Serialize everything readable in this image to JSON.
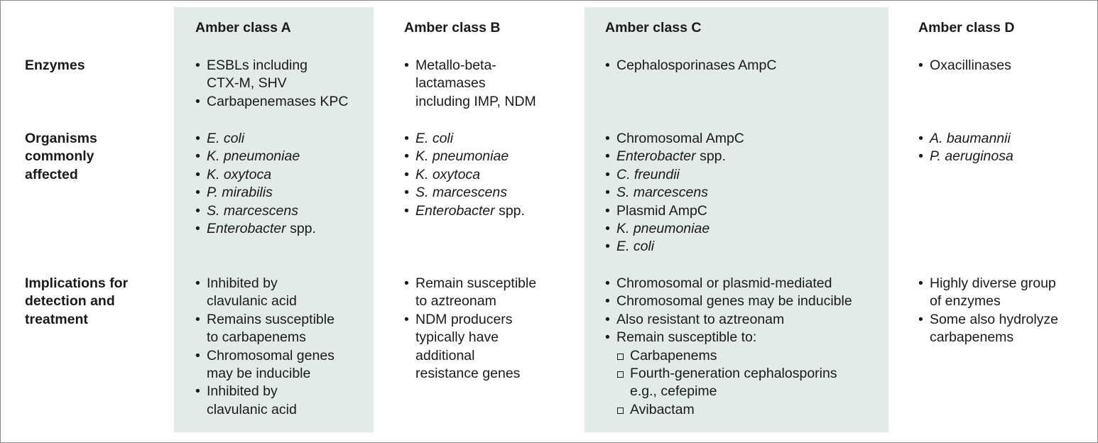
{
  "columns": {
    "a": "Amber class A",
    "b": "Amber class B",
    "c": "Amber class C",
    "d": "Amber class D"
  },
  "rows": {
    "enzymes": "Enzymes",
    "organisms": "Organisms\ncommonly\naffected",
    "implications": "Implications for\ndetection and\ntreatment"
  },
  "enzymes": {
    "a": [
      "ESBLs including\nCTX-M, SHV",
      "Carbapenemases KPC"
    ],
    "b": [
      "Metallo-beta-\nlactamases\nincluding IMP, NDM"
    ],
    "c": [
      "Cephalosporinases AmpC"
    ],
    "d": [
      "Oxacillinases"
    ]
  },
  "organisms": {
    "a": [
      "E. coli",
      "K. pneumoniae",
      "K. oxytoca",
      "P. mirabilis",
      "S. marcescens",
      {
        "italic": "Enterobacter",
        "normal": " spp."
      }
    ],
    "b": [
      "E. coli",
      "K. pneumoniae",
      "K. oxytoca",
      "S. marcescens",
      {
        "italic": "Enterobacter",
        "normal": " spp."
      }
    ],
    "c": {
      "chromosomal": "Chromosomal AmpC",
      "enterobacter": {
        "italic": "Enterobacter",
        "normal": " spp."
      },
      "c_freundii": "C. freundii",
      "s_marcescens": "S. marcescens",
      "plasmid": "Plasmid AmpC",
      "k_pneumoniae": "K. pneumoniae",
      "e_coli": "E. coli"
    },
    "d": [
      "A. baumannii",
      "P. aeruginosa"
    ]
  },
  "implications": {
    "a": [
      "Inhibited by\nclavulanic acid",
      "Remains susceptible\nto carbapenems",
      "Chromosomal genes\nmay be inducible",
      "Inhibited by\nclavulanic acid"
    ],
    "b": [
      "Remain susceptible\nto aztreonam",
      "NDM producers\ntypically have\nadditional\nresistance genes"
    ],
    "c": [
      "Chromosomal or plasmid-mediated",
      "Chromosomal genes may be inducible",
      "Also resistant to aztreonam",
      "Remain susceptible to:"
    ],
    "c_sub": [
      "Carbapenems",
      "Fourth-generation cephalosporins\ne.g., cefepime",
      "Avibactam"
    ],
    "d": [
      "Highly diverse group\nof enzymes",
      "Some also hydrolyze\ncarbapenems"
    ]
  },
  "colors": {
    "band": "#e2eaea",
    "text": "#1a1a1a",
    "border": "#8a8a8a"
  }
}
